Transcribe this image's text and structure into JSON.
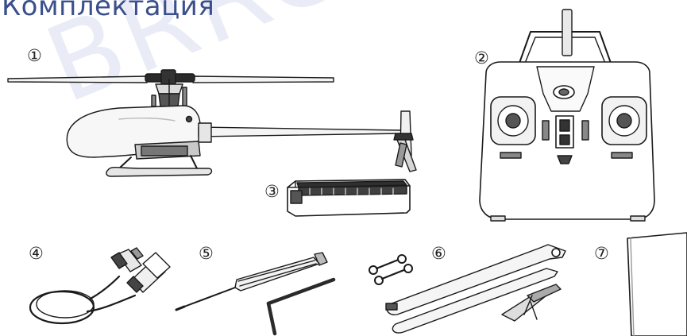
{
  "title": "Комплектация",
  "watermark": "BRRC",
  "items": [
    {
      "num": "①",
      "icon": "helicopter"
    },
    {
      "num": "②",
      "icon": "remote-controller"
    },
    {
      "num": "③",
      "icon": "battery"
    },
    {
      "num": "④",
      "icon": "usb-cable"
    },
    {
      "num": "⑤",
      "icon": "screwdriver-and-hex-key"
    },
    {
      "num": "⑥",
      "icon": "spare-blades-and-links"
    },
    {
      "num": "⑦",
      "icon": "manual"
    }
  ]
}
